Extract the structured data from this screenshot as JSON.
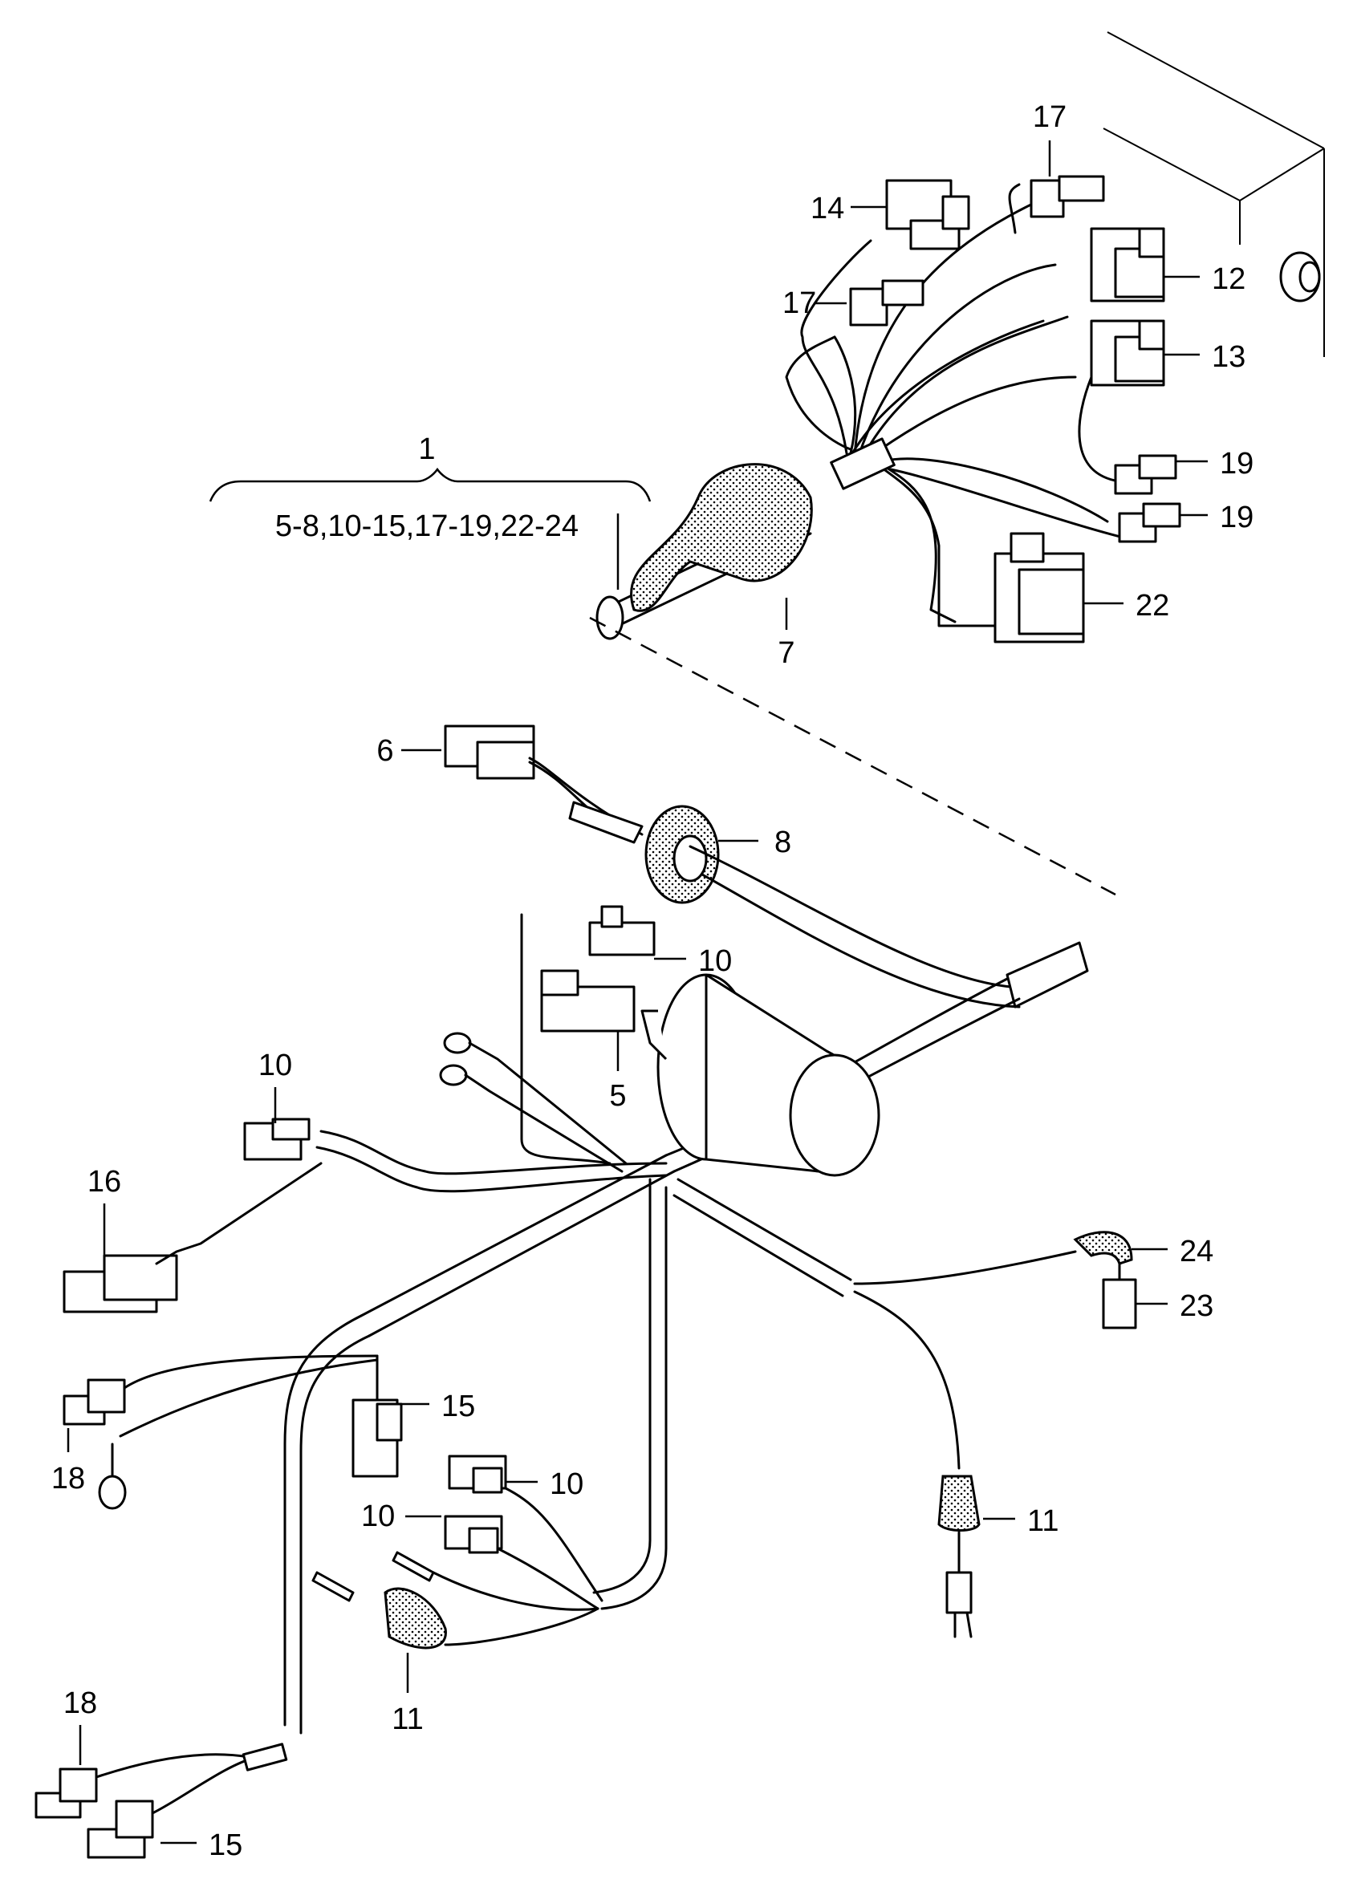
{
  "callouts": {
    "c1": "1",
    "c1_range": "5-8,10-15,17-19,22-24",
    "c5": "5",
    "c6": "6",
    "c7": "7",
    "c8": "8",
    "c10a": "10",
    "c10b": "10",
    "c10c": "10",
    "c10d": "10",
    "c11a": "11",
    "c11b": "11",
    "c12": "12",
    "c13": "13",
    "c14": "14",
    "c15a": "15",
    "c15b": "15",
    "c16": "16",
    "c17a": "17",
    "c17b": "17",
    "c18a": "18",
    "c18b": "18",
    "c19a": "19",
    "c19b": "19",
    "c22": "22",
    "c23": "23",
    "c24": "24"
  }
}
